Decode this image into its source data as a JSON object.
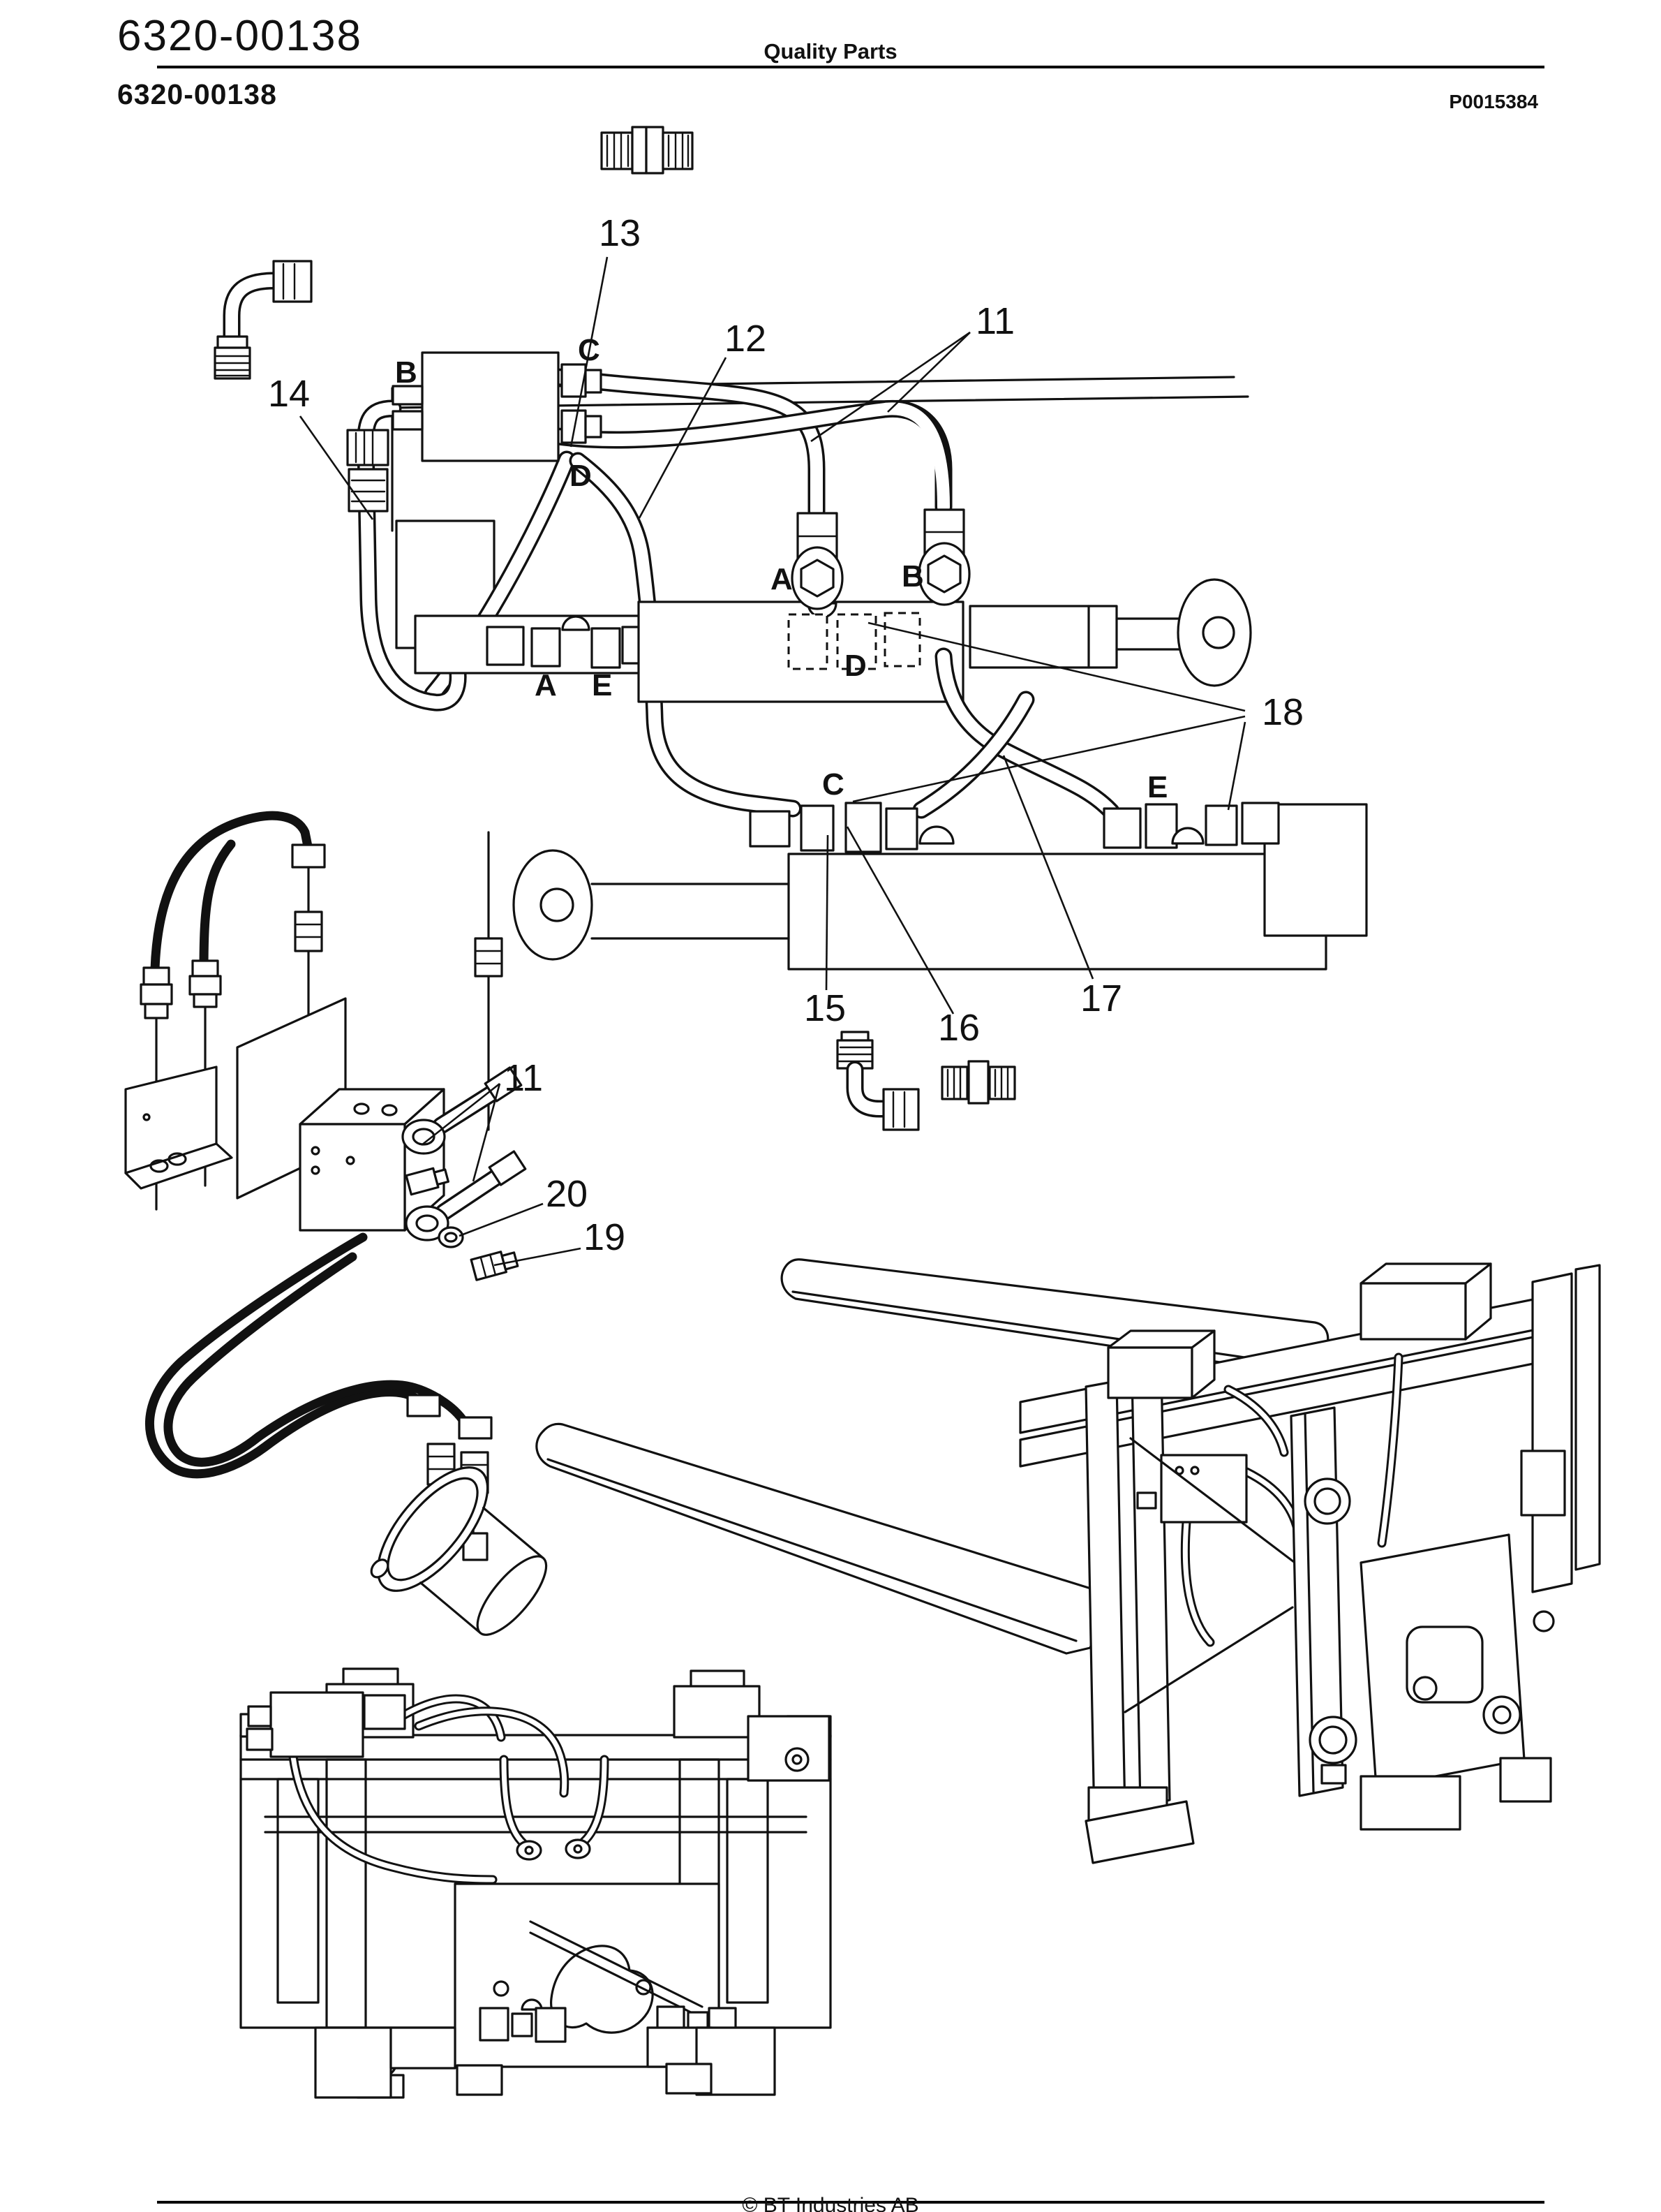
{
  "header": {
    "doc_number": "6320-00138",
    "title": "Quality Parts",
    "section_number": "6320-00138",
    "figure_code": "P0015384"
  },
  "footer": {
    "copyright": "© BT Industries AB"
  },
  "figure": {
    "type": "exploded-parts-diagram",
    "description": "Hydraulic hoses, fittings and cylinders for fork carriage attachment",
    "callouts": [
      {
        "ref": "13"
      },
      {
        "ref": "12"
      },
      {
        "ref": "11"
      },
      {
        "ref": "14"
      },
      {
        "ref": "18"
      },
      {
        "ref": "15"
      },
      {
        "ref": "16"
      },
      {
        "ref": "17"
      },
      {
        "ref": "11"
      },
      {
        "ref": "20"
      },
      {
        "ref": "19"
      }
    ],
    "port_labels": [
      {
        "ref": "B"
      },
      {
        "ref": "C"
      },
      {
        "ref": "D"
      },
      {
        "ref": "A"
      },
      {
        "ref": "B"
      },
      {
        "ref": "A"
      },
      {
        "ref": "E"
      },
      {
        "ref": "D"
      },
      {
        "ref": "C"
      },
      {
        "ref": "E"
      }
    ]
  }
}
